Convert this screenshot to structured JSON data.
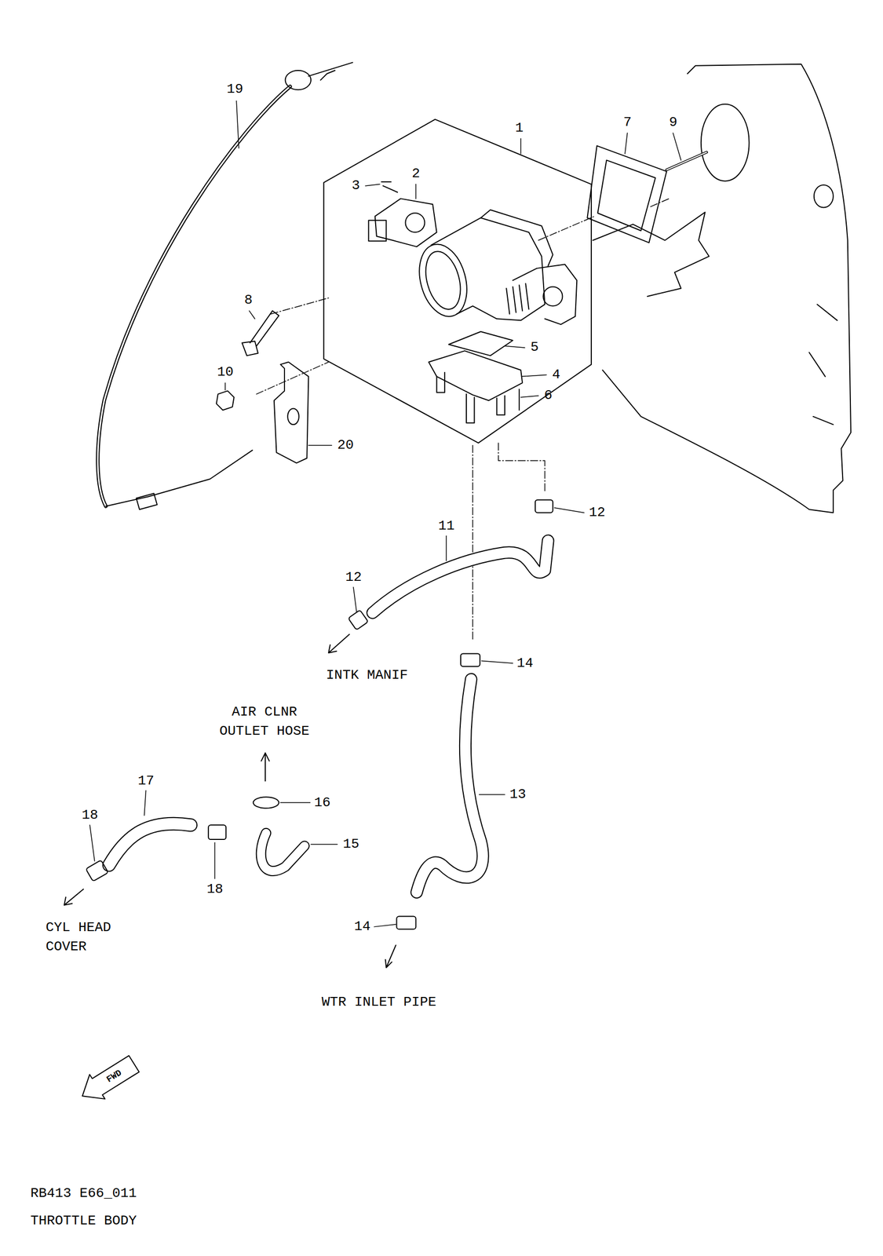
{
  "diagram": {
    "labels": [
      "19",
      "1",
      "7",
      "9",
      "3",
      "2",
      "8",
      "10",
      "5",
      "4",
      "6",
      "20",
      "12",
      "11",
      "12",
      "INTK MANIF",
      "14",
      "AIR CLNR OUTLET HOSE",
      "17",
      "18",
      "16",
      "15",
      "18",
      "13",
      "14",
      "CYL HEAD COVER",
      "WTR INLET PIPE",
      "FWD",
      "RB413 E66_011",
      "THROTTLE BODY"
    ]
  }
}
